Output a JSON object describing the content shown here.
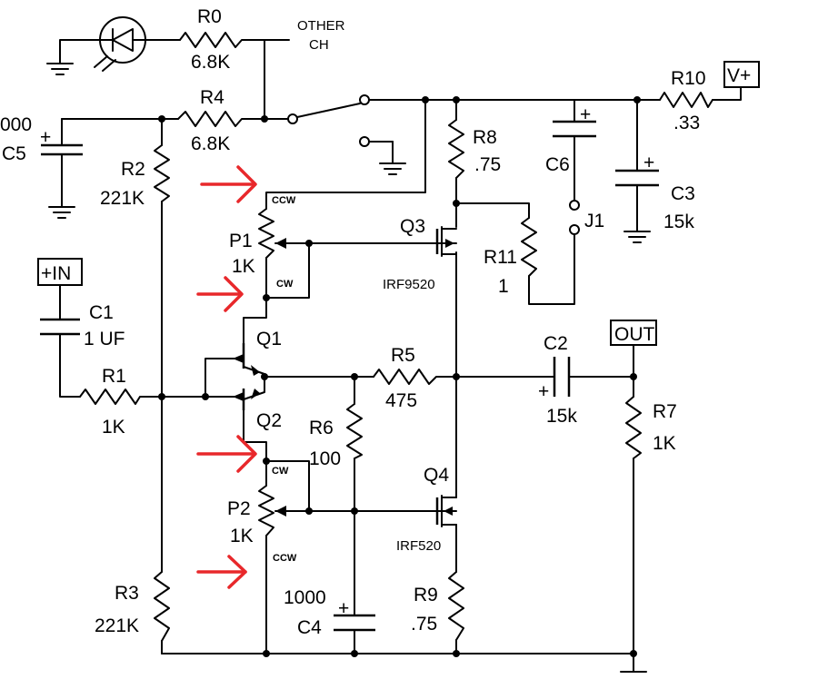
{
  "components": {
    "r0": {
      "ref": "R0",
      "value": "6.8K"
    },
    "r4": {
      "ref": "R4",
      "value": "6.8K"
    },
    "r10": {
      "ref": "R10",
      "value": ".33"
    },
    "r8": {
      "ref": "R8",
      "value": ".75"
    },
    "r2": {
      "ref": "R2",
      "value": "221K"
    },
    "r3": {
      "ref": "R3",
      "value": "221K"
    },
    "r11": {
      "ref": "R11",
      "value": "1"
    },
    "r1": {
      "ref": "R1",
      "value": "1K"
    },
    "r5": {
      "ref": "R5",
      "value": "475"
    },
    "r6": {
      "ref": "R6",
      "value": "100"
    },
    "r7": {
      "ref": "R7",
      "value": "1K"
    },
    "r9": {
      "ref": "R9",
      "value": ".75"
    },
    "c5": {
      "ref": "C5",
      "value": "000"
    },
    "c1": {
      "ref": "C1",
      "value": "1 UF"
    },
    "c6": {
      "ref": "C6"
    },
    "c3": {
      "ref": "C3",
      "value": "15k"
    },
    "c2": {
      "ref": "C2",
      "value": "15k"
    },
    "c4": {
      "ref": "C4",
      "value": "1000"
    },
    "p1": {
      "ref": "P1",
      "value": "1K",
      "ccw": "CCW",
      "cw": "CW"
    },
    "p2": {
      "ref": "P2",
      "value": "1K",
      "ccw": "CCW",
      "cw": "CW"
    },
    "q1": {
      "ref": "Q1"
    },
    "q2": {
      "ref": "Q2"
    },
    "q3": {
      "ref": "Q3",
      "part": "IRF9520"
    },
    "q4": {
      "ref": "Q4",
      "part": "IRF520"
    },
    "j1": {
      "ref": "J1"
    }
  },
  "labels": {
    "other_ch_line1": "OTHER",
    "other_ch_line2": "CH",
    "vplus": "V+",
    "input": "+IN",
    "output": "OUT",
    "plus": "+"
  },
  "annotation_color": "#e8282b"
}
